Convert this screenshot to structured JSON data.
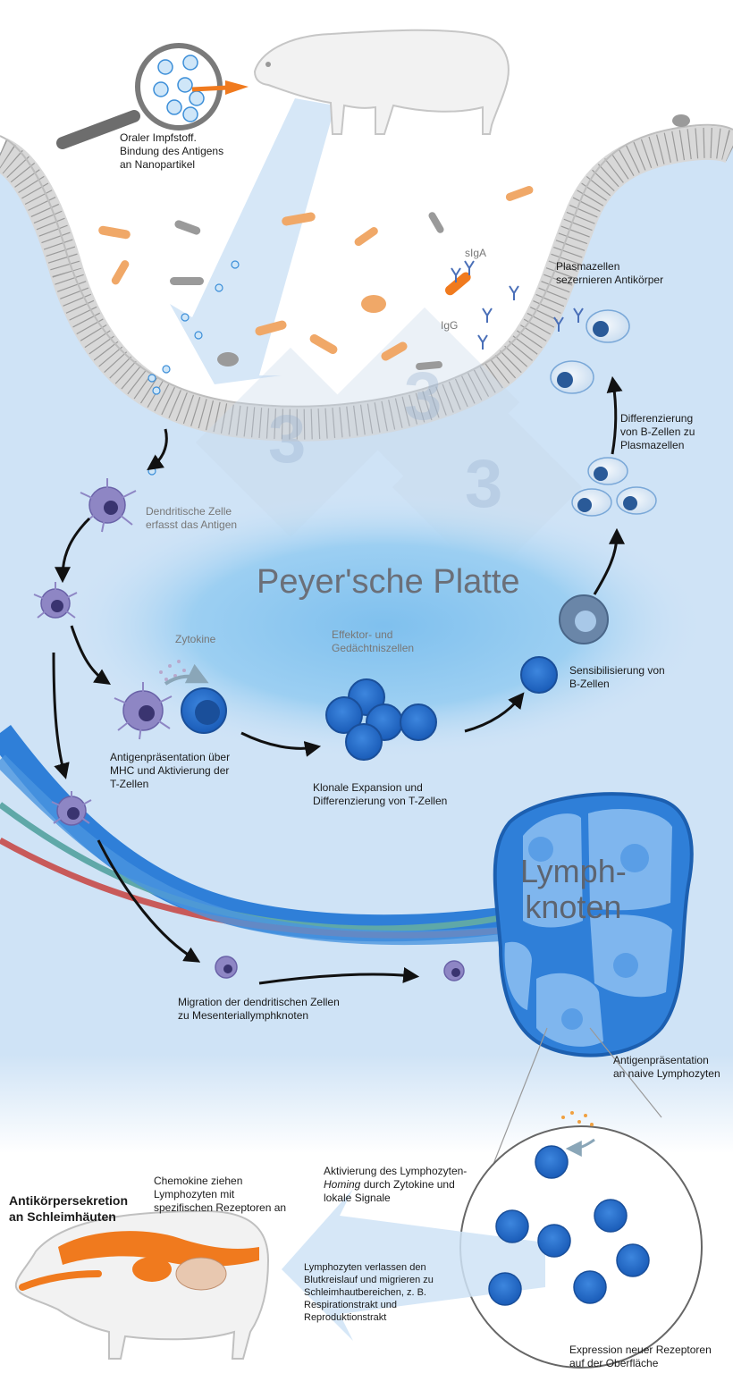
{
  "watermark": {
    "glyph_1": "3",
    "glyph_2": "3",
    "glyph_3": "3"
  },
  "titles": {
    "peyer": "Peyer'sche Platte",
    "lymph_1": "Lymph-",
    "lymph_2": "knoten"
  },
  "labels": {
    "vaccine_1": "Oraler Impfstoff.",
    "vaccine_2": "Bindung des Antigens",
    "vaccine_3": "an Nanopartikel",
    "siga": "sIgA",
    "igg": "IgG",
    "plasma_1": "Plasmazellen",
    "plasma_2": "sezernieren Antikörper",
    "diff_b_1": "Differenzierung",
    "diff_b_2": "von B-Zellen zu",
    "diff_b_3": "Plasmazellen",
    "dendritic_1": "Dendritische Zelle",
    "dendritic_2": "erfasst das Antigen",
    "zytokine": "Zytokine",
    "effektor_1": "Effektor- und",
    "effektor_2": "Gedächtniszellen",
    "sens_1": "Sensibilisierung von",
    "sens_2": "B-Zellen",
    "antigen_mhc_1": "Antigenpräsentation über",
    "antigen_mhc_2": "MHC und Aktivierung der",
    "antigen_mhc_3": "T-Zellen",
    "klonal_1": "Klonale Expansion und",
    "klonal_2": "Differenzierung von T-Zellen",
    "migration_1": "Migration der dendritischen Zellen",
    "migration_2": "zu Mesenteriallymphknoten",
    "naive_1": "Antigenpräsentation",
    "naive_2": "an naive Lymphozyten",
    "homing_1": "Aktivierung des Lymphozyten-",
    "homing_2a": "Homing",
    "homing_2b": " durch Zytokine und",
    "homing_3": "lokale Signale",
    "chemokine_1": "Chemokine ziehen",
    "chemokine_2": "Lymphozyten mit",
    "chemokine_3": "spezifischen Rezeptoren an",
    "sekretion_1": "Antikörpersekretion",
    "sekretion_2": "an Schleimhäuten",
    "verlassen_1": "Lymphozyten verlassen den",
    "verlassen_2": "Blutkreislauf und migrieren zu",
    "verlassen_3": "Schleimhautbereichen, z. B.",
    "verlassen_4": "Respirationstrakt und",
    "verlassen_5": "Reproduktionstrakt",
    "expression_1": "Expression neuer Rezeptoren",
    "expression_2": "auf der Oberfläche"
  },
  "colors": {
    "background_blue": "#cfe3f6",
    "peyer_blue": "#8ec8ee",
    "lymph_node": "#2f7fd8",
    "cell_blue": "#2068c8",
    "dendritic": "#8e86c4",
    "bacteria": "#f0a868",
    "arrow_orange": "#f07a1e"
  },
  "icons": {
    "magnifier": "magnifier-icon",
    "pig": "pig-icon",
    "bacteria": "bacteria-icon",
    "antibody": "antibody-icon"
  }
}
